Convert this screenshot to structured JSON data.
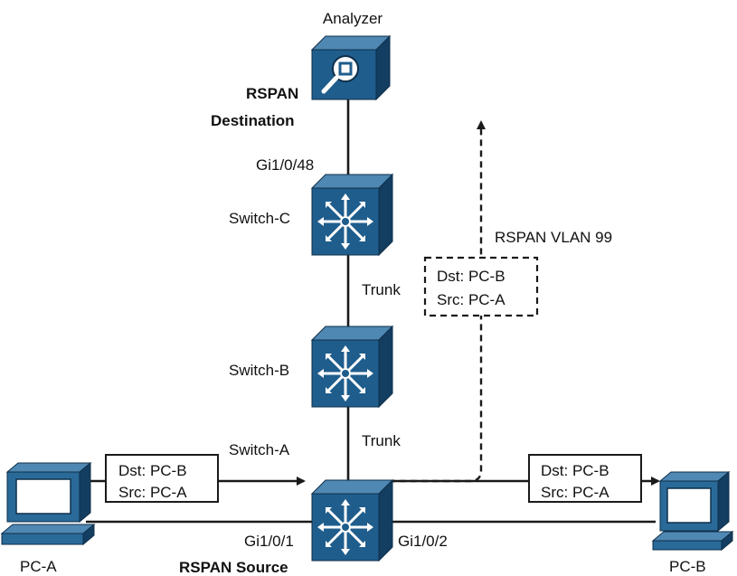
{
  "devices": {
    "analyzer": {
      "label": "Analyzer",
      "icon": "analyzer-icon"
    },
    "switch_c": {
      "label": "Switch-C",
      "icon": "multilayer-switch-icon"
    },
    "switch_b": {
      "label": "Switch-B",
      "icon": "multilayer-switch-icon"
    },
    "switch_a": {
      "label": "Switch-A",
      "icon": "multilayer-switch-icon"
    },
    "pc_a": {
      "label": "PC-A",
      "icon": "pc-icon"
    },
    "pc_b": {
      "label": "PC-B",
      "icon": "pc-icon"
    }
  },
  "roles": {
    "destination_line1": "RSPAN",
    "destination_line2": "Destination",
    "source": "RSPAN Source"
  },
  "ports": {
    "switch_c_analyzer": "Gi1/0/48",
    "switch_a_pc_a": "Gi1/0/1",
    "switch_a_pc_b": "Gi1/0/2"
  },
  "links": {
    "trunk_c_b": "Trunk",
    "trunk_b_a": "Trunk"
  },
  "vlan": {
    "label": "RSPAN VLAN 99"
  },
  "frames": {
    "left": {
      "dst": "Dst: PC-B",
      "src": "Src: PC-A"
    },
    "right": {
      "dst": "Dst: PC-B",
      "src": "Src: PC-A"
    },
    "rspan": {
      "dst": "Dst: PC-B",
      "src": "Src: PC-A"
    }
  },
  "colors": {
    "device_face": "#1f5d8c",
    "device_top": "#4f88b3",
    "device_side": "#133e61",
    "pc_body": "#2a6a98",
    "line": "#1a1a1a"
  }
}
